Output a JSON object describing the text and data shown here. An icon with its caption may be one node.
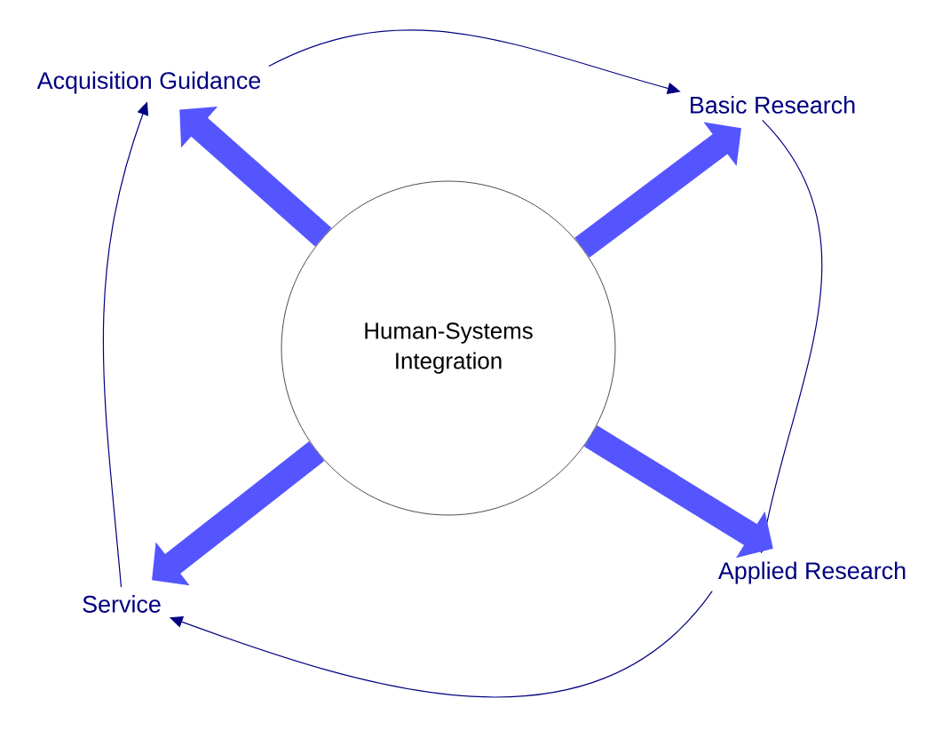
{
  "diagram": {
    "nodes": [
      {
        "text": [
          "Acquisition Guidance"
        ]
      },
      {
        "text": [
          "Basic Research"
        ]
      },
      {
        "text": [
          "Human-Systems Integration"
        ]
      },
      {
        "text": [
          "Service"
        ]
      },
      {
        "text": [
          "Applied Research"
        ]
      }
    ],
    "edges": [
      {
        "from": 0,
        "to": 1,
        "arrow": "to",
        "color": "#000080"
      },
      {
        "from": 1,
        "to": 4,
        "arrow": "to",
        "color": "#000080"
      },
      {
        "from": 4,
        "to": 3,
        "arrow": "to",
        "color": "#000080"
      },
      {
        "from": 3,
        "to": 0,
        "arrow": "to",
        "color": "#000080"
      },
      {
        "from": 2,
        "to": 0,
        "arrow": "to",
        "style": "thick",
        "color": "#5555ff"
      },
      {
        "from": 2,
        "to": 1,
        "arrow": "to",
        "style": "thick",
        "color": "#5555ff"
      },
      {
        "from": 2,
        "to": 3,
        "arrow": "to",
        "style": "thick",
        "color": "#5555ff"
      },
      {
        "from": 2,
        "to": 4,
        "arrow": "to",
        "style": "thick",
        "color": "#5555ff"
      }
    ]
  }
}
